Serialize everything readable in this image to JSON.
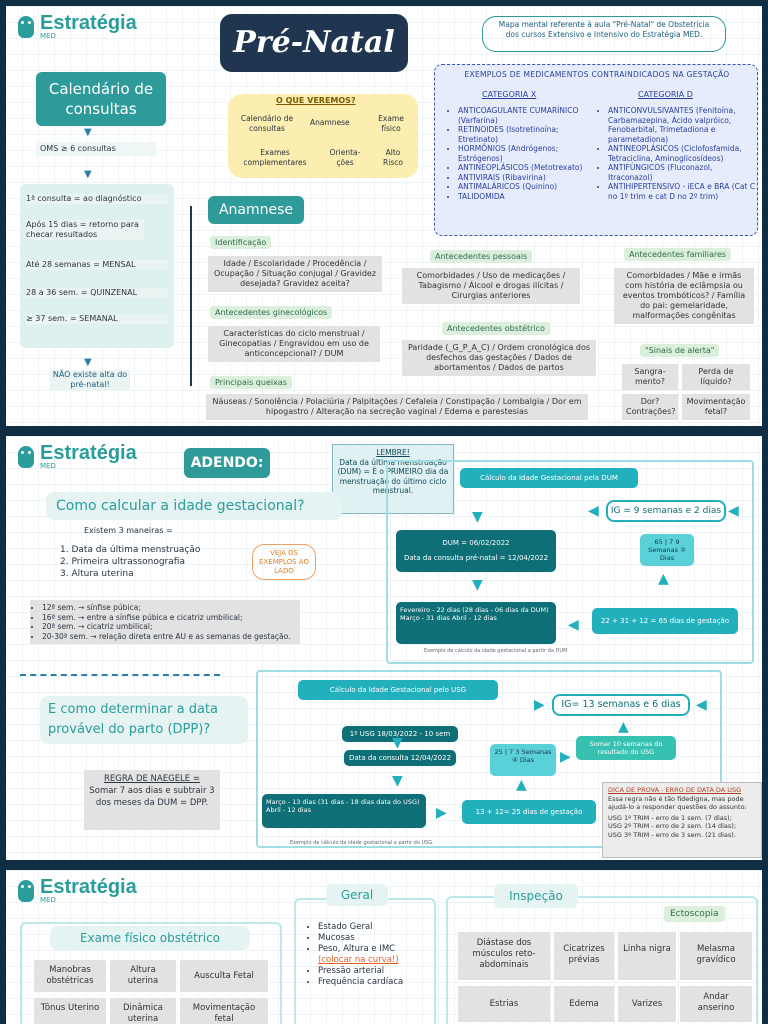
{
  "brand": {
    "name": "Estratégia",
    "sub": "MED"
  },
  "p1": {
    "title": "Pré-Natal",
    "note": "Mapa mental referente à aula \"Pré-Natal\" de Obstetrícia dos cursos Extensivo e Intensivo do Estratégia MED.",
    "calendar_title": "Calendário de consultas",
    "oms": "OMS ≥ 6 consultas",
    "cal_items": [
      "1ª consulta = ao diagnóstico",
      "Após 15 dias = retorno para checar resultados",
      "Até 28 semanas = MENSAL",
      "28 a 36 sem. = QUINZENAL",
      "≥ 37 sem. = SEMANAL"
    ],
    "no_alta": "NÃO existe alta do pré-natal!",
    "veremos": {
      "label": "O QUE VEREMOS?",
      "items": [
        "Calendário de consultas",
        "Anamnese",
        "Exame físico",
        "Exames complementares",
        "Orienta- ções",
        "Alto Risco"
      ]
    },
    "med": {
      "title": "EXEMPLOS DE MEDICAMENTOS CONTRAINDICADOS NA GESTAÇÃO",
      "catx": "CATEGORIA X",
      "catd": "CATEGORIA D",
      "x": [
        "ANTICOAGULANTE CUMARÍNICO (Varfarina)",
        "RETINOIDES (Isotretinoína; Etretinato)",
        "HORMÔNIOS (Andrógenos; Estrógenos)",
        "ANTINEOPLÁSICOS (Metotrexato)",
        "ANTIVIRAIS (Ribavirina)",
        "ANTIMALÁRICOS (Quinino)",
        "TALIDOMIDA"
      ],
      "d": [
        "ANTICONVULSIVANTES (Fenitoína, Carbamazepina, Ácido valpróico, Fenobarbital, Trimetadiona e parametadiona)",
        "ANTINEOPLÁSICOS (Ciclofosfamida, Tetraciclina, Aminoglicosídeos)",
        "ANTIFÚNGICOS (Fluconazol, Itraconazol)",
        "ANTIHIPERTENSIVO - iECA e BRA (Cat C no 1º trim e cat D no 2º trim)"
      ]
    },
    "anamnese": "Anamnese",
    "ident": "Identificação",
    "ident_text": "Idade / Escolaridade / Procedência / Ocupação / Situação conjugal / Gravidez desejada? Gravidez aceita?",
    "gin": "Antecedentes ginecológicos",
    "gin_text": "Características do ciclo menstrual / Ginecopatias / Engravidou em uso de anticoncepcional? / DUM",
    "queixas": "Principais queixas",
    "queixas_text": "Náuseas / Sonolência / Polaciúria / Palpitações / Cefaleia / Constipação / Lombalgia / Dor em hipogastro / Alteração na secreção vaginal / Edema e parestesias",
    "pessoais": "Antecedentes pessoais",
    "pessoais_text": "Comorbidades / Uso de medicações / Tabagismo / Álcool e drogas ilícitas / Cirurgias anteriores",
    "obst": "Antecedentes obstétrico",
    "obst_text": "Paridade (_G_P_A_C) / Ordem cronológica dos desfechos das gestações / Dados de abortamentos / Dados de partos",
    "familiares": "Antecedentes familiares",
    "familiares_text": "Comorbidades / Mãe e irmãs com história de eclâmpsia ou eventos trombóticos? / Família do pai: gemelaridade, malformações congênitas",
    "alerta": "\"Sinais de alerta\"",
    "alerta_items": [
      "Sangra- mento?",
      "Perda de líquido?",
      "Dor? Contrações?",
      "Movimentação fetal?"
    ]
  },
  "p2": {
    "adendo": "ADENDO:",
    "lembre_title": "LEMBRE!",
    "lembre_text": "Data da última menstruação (DUM) = É o PRIMEIRO dia da menstruação do último ciclo menstrual.",
    "q1": "Como calcular a idade gestacional?",
    "maneiras": "Existem 3 maneiras =",
    "ways": [
      "1. Data da última menstruação",
      "2. Primeira ultrassonografia",
      "3. Altura uterina"
    ],
    "veja": "VEJA OS EXEMPLOS AO LADO",
    "bullets": [
      "12ª sem. → sínfise púbica;",
      "16ª sem. → entre a sínfise púbica e cicatriz umbilical;",
      "20ª sem. → cicatriz umbilical;",
      "20-30ª sem. → relação direta entre AU e as semanas de gestação."
    ],
    "dum_box": {
      "header": "Cálculo da Idade Gestacional pela DUM",
      "dum": "DUM = 06/02/2022",
      "consulta": "Data da consulta pré-natal = 12/04/2022",
      "meses": "Fevereiro - 22 dias (28 dias - 06 dias da DUM) Março - 31 dias Abril - 12 dias",
      "soma": "22 + 31 + 12 = 65 dias de gestação",
      "ig": "IG = 9 semanas e 2 dias",
      "div": "65 | 7  9 Semanas  ② Dias",
      "caption": "Exemplo de cálculo da idade gestacional a partir da DUM."
    },
    "q2": "E como determinar a data provável do parto (DPP)?",
    "naegele_title": "REGRA DE NAEGELE =",
    "naegele_text": "Somar 7 aos dias e subtrair 3 dos meses da DUM = DPP.",
    "usg_box": {
      "header": "Cálculo da Idade Gestacional pelo USG",
      "usg": "1º USG 18/03/2022 - 10 sem",
      "consulta": "Data da consulta 12/04/2022",
      "meses": "Março - 13 dias (31 dias - 18 dias data do USG) Abril - 12 dias",
      "soma": "13 + 12= 25 dias de gestação",
      "somar": "Somar 10 semanas do resultado do USG",
      "ig": "IG= 13 semanas e 6 dias",
      "div": "25 | 7  3 Semanas  ④ Dias",
      "caption": "Exemplo de cálculo da idade gestacional a partir do USG."
    },
    "dica_title": "DICA DE PROVA - ERRO DE DATA DA USG",
    "dica_text": "Essa regra não é tão fidedigna, mas pode ajudá-lo a responder questões do assunto:",
    "dica_items": [
      "USG 1º TRIM - erro de 1 sem. (7 dias);",
      "USG 2º TRIM - erro de 2 sem. (14 dias);",
      "USG 3º TRIM - erro de 3 sem. (21 dias)."
    ]
  },
  "p3": {
    "exame": "Exame físico obstétrico",
    "grid": [
      "Manobras obstétricas",
      "Altura uterina",
      "Ausculta Fetal",
      "Tônus Uterino",
      "Dinâmica uterina",
      "Movimentação fetal"
    ],
    "geral": "Geral",
    "geral_items": [
      "Estado Geral",
      "Mucosas",
      "Peso, Altura e IMC",
      "Pressão arterial",
      "Frequência cardíaca"
    ],
    "curva": "(colocar na curva!)",
    "inspecao": "Inspeção",
    "ectoscopia": "Ectoscopia",
    "insp_grid": [
      "Diástase dos músculos reto-abdominais",
      "Cicatrizes prévias",
      "Linha nigra",
      "Melasma gravídico",
      "Estrias",
      "Edema",
      "Varizes",
      "Andar anserino"
    ]
  }
}
